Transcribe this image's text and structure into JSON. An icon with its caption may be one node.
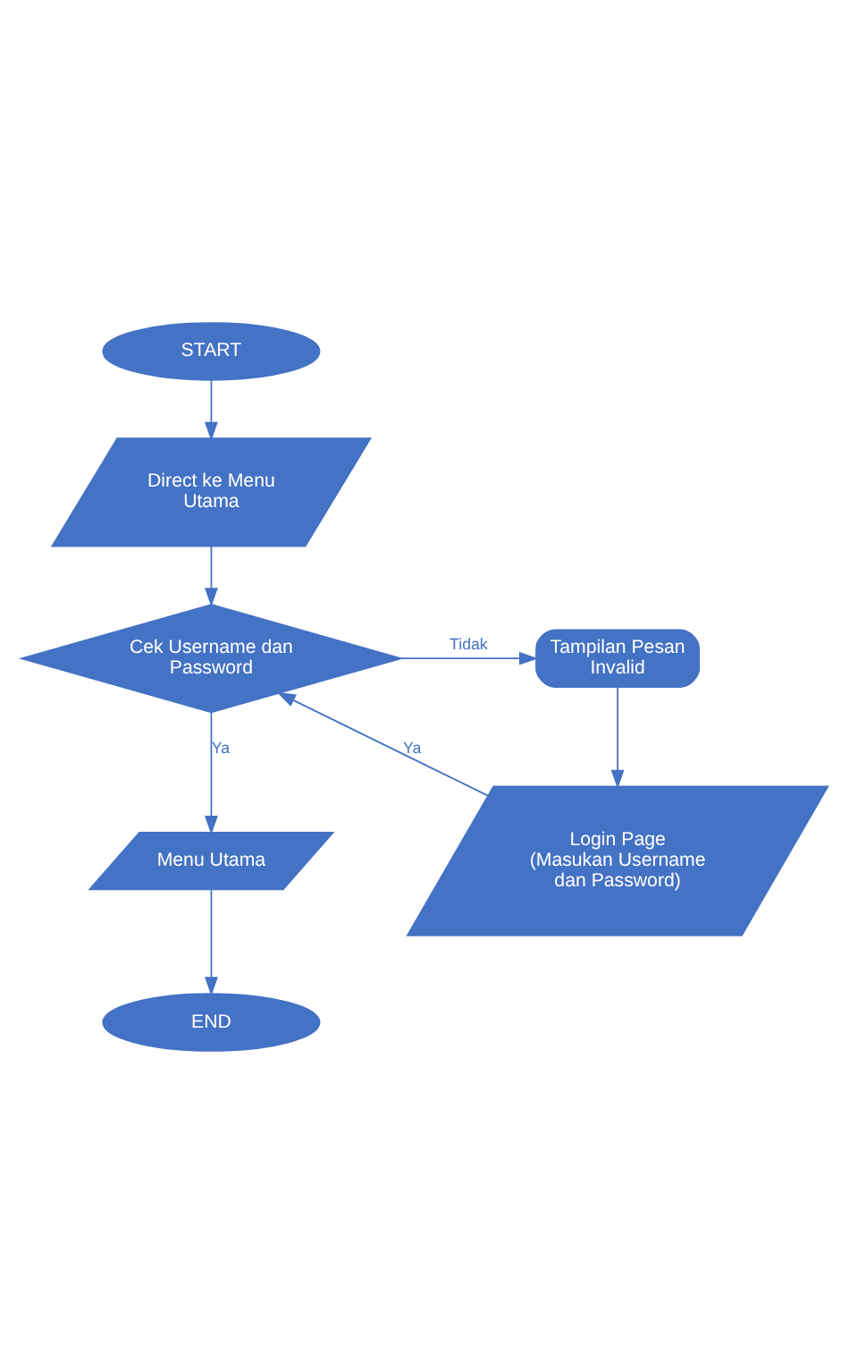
{
  "diagram": {
    "nodes": [
      {
        "text": [
          "START"
        ]
      },
      {
        "text": [
          "Direct ke Menu Utama"
        ]
      },
      {
        "text": [
          "Cek Username dan Password"
        ]
      },
      {
        "text": [
          "Tampilan Pesan Invalid"
        ]
      },
      {
        "text": [
          "Login Page (Masukan Username dan Password)"
        ]
      },
      {
        "text": [
          "Menu Utama"
        ]
      },
      {
        "text": [
          "END"
        ]
      }
    ],
    "edges": [
      {
        "from": 0,
        "to": 1,
        "arrow": "to"
      },
      {
        "from": 1,
        "to": 2,
        "arrow": "to"
      },
      {
        "from": 4,
        "to": 2,
        "arrow": "to",
        "label": "Ya"
      },
      {
        "from": 2,
        "to": 3,
        "arrow": "to",
        "label": "Tidak"
      },
      {
        "from": 3,
        "to": 4,
        "arrow": "to"
      },
      {
        "from": 2,
        "to": 5,
        "arrow": "to",
        "label": "Ya"
      },
      {
        "from": 5,
        "to": 6,
        "arrow": "to"
      }
    ]
  }
}
